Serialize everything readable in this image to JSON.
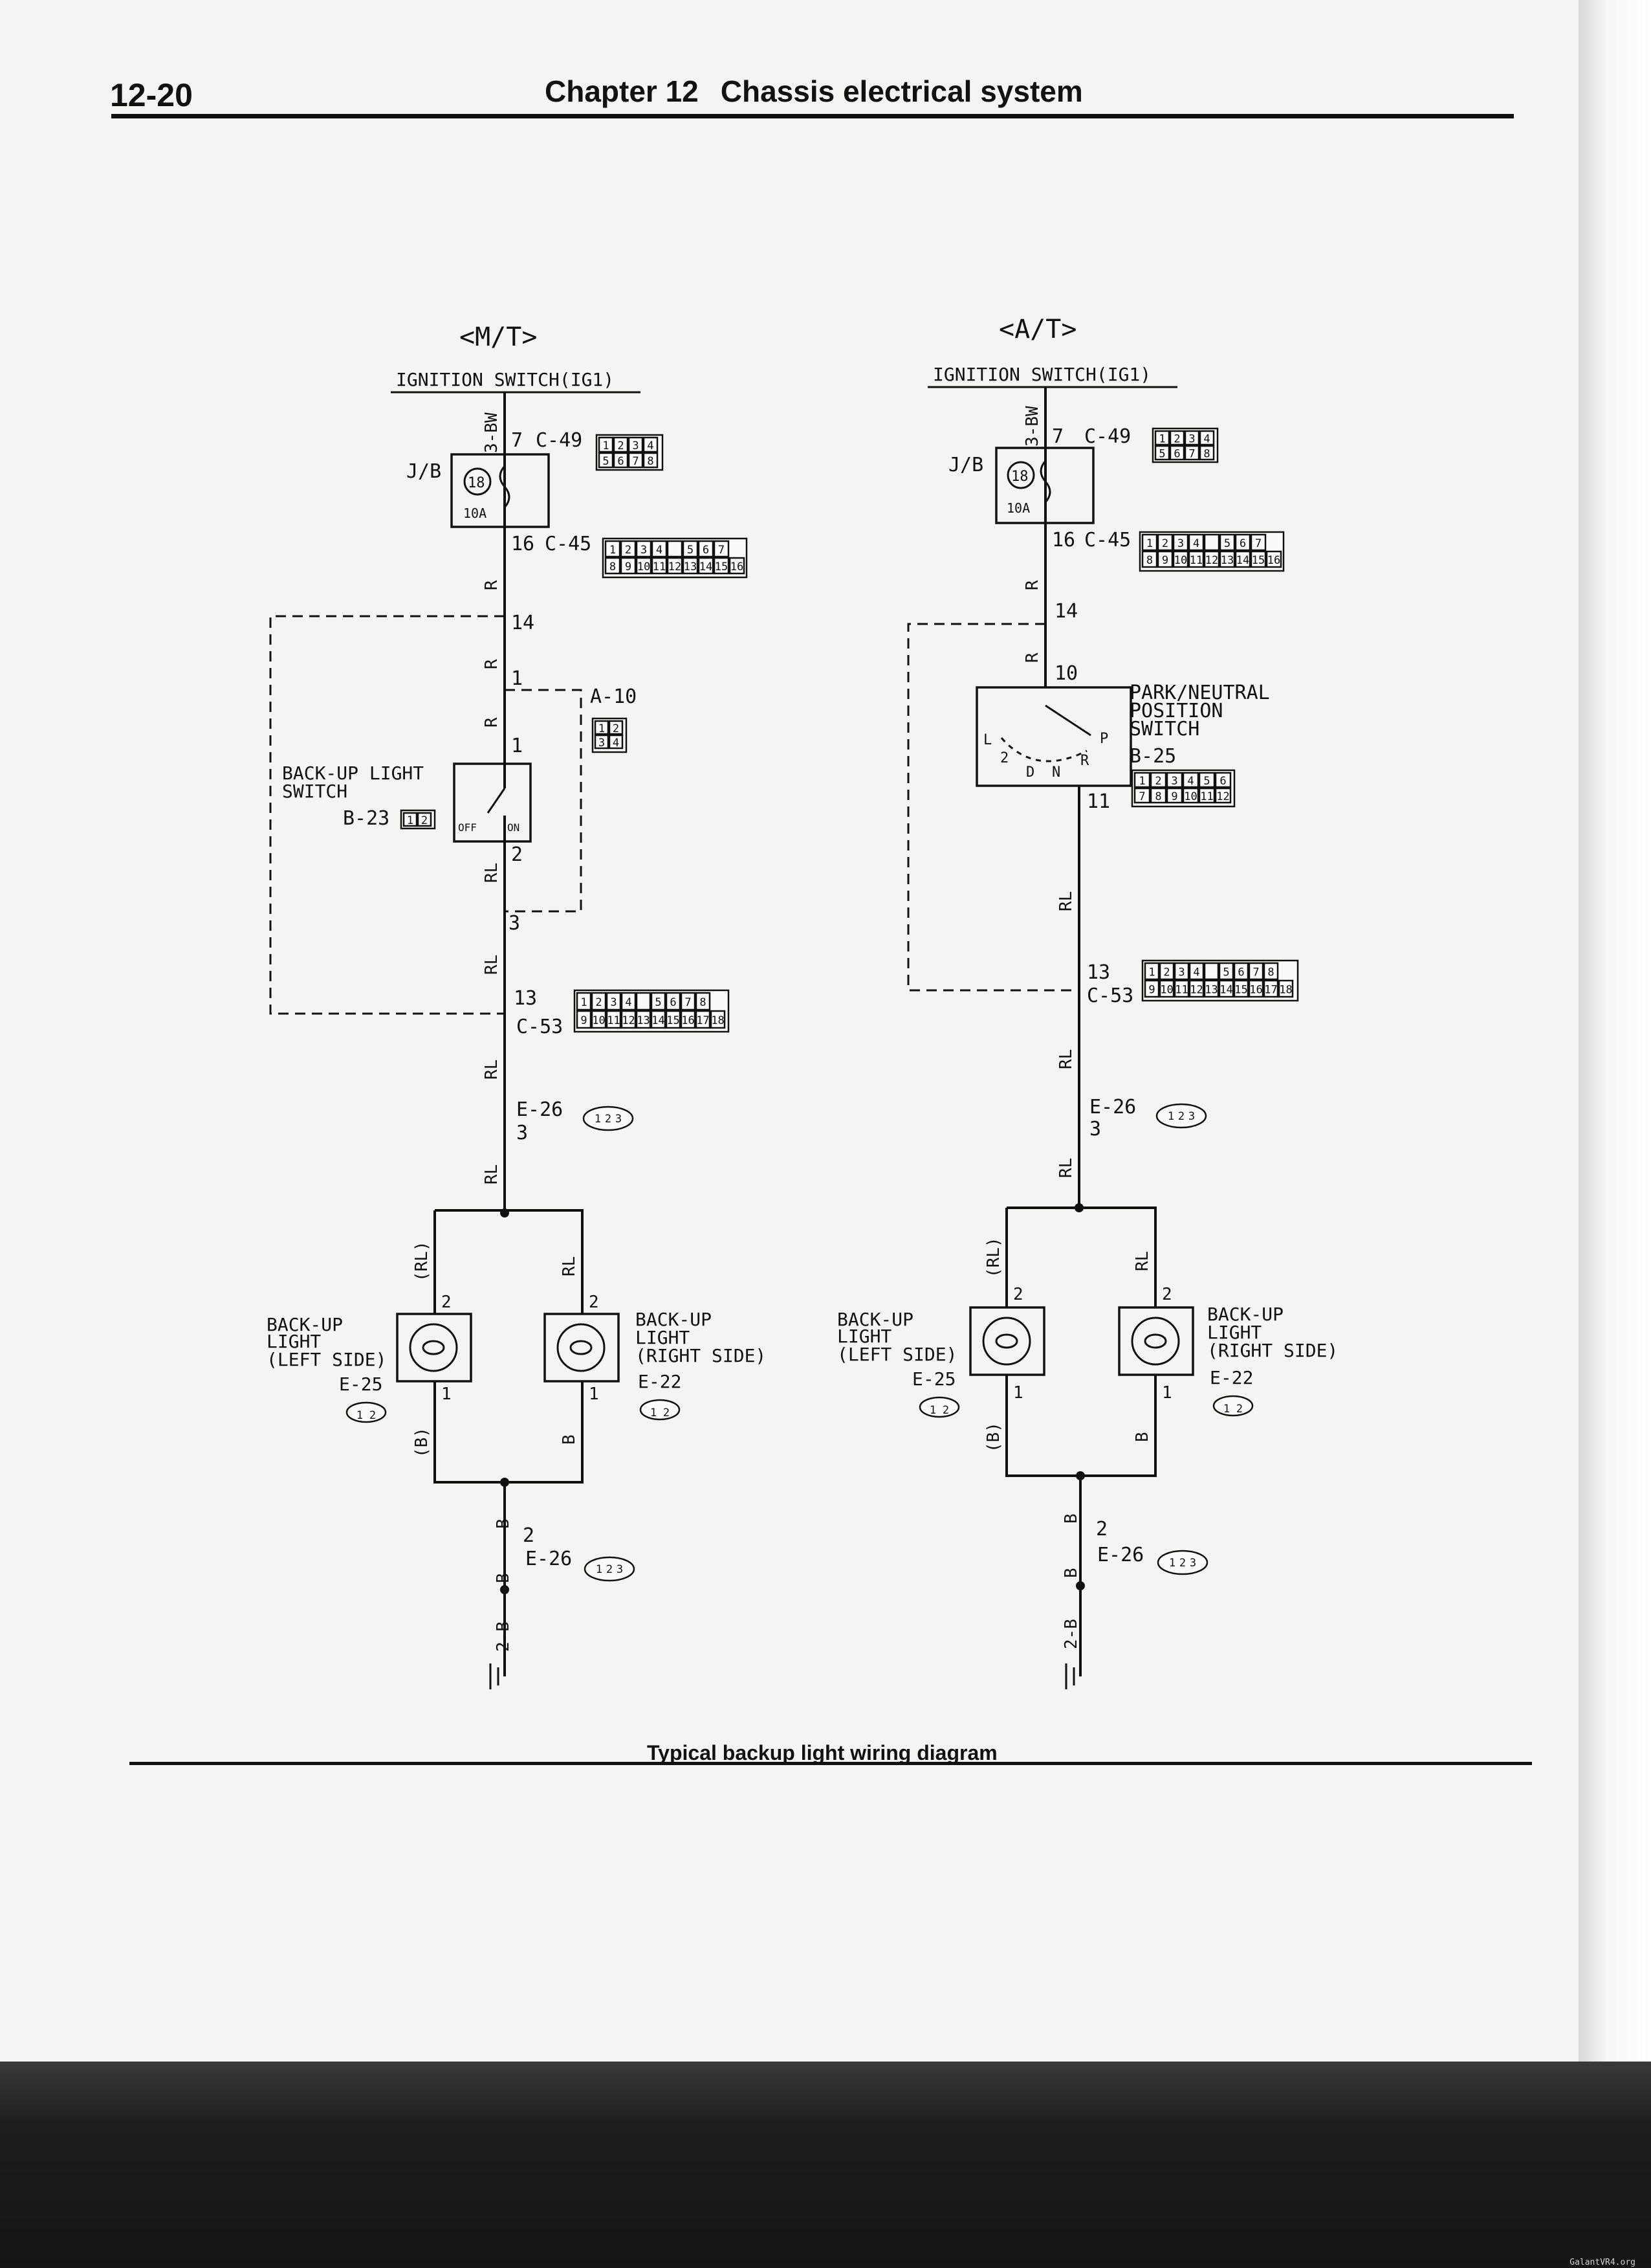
{
  "header": {
    "page_number": "12-20",
    "chapter": "Chapter 12",
    "section_title": "Chassis electrical system"
  },
  "caption": "Typical backup light wiring diagram",
  "watermark": "GalantVR4.org",
  "mt": {
    "title": "<M/T>",
    "ignition": "IGNITION SWITCH(IG1)",
    "wire_3bw": "3-BW",
    "pin_7": "7",
    "conn_c49": "C-49",
    "jb": "J/B",
    "fuse_no": "18",
    "fuse_amp": "10A",
    "pin_16": "16",
    "conn_c45": "C-45",
    "wire_r1": "R",
    "pin_14": "14",
    "wire_r2": "R",
    "pin_1a": "1",
    "conn_a10": "A-10",
    "wire_r3": "R",
    "pin_1b": "1",
    "switch_label_1": "BACK-UP LIGHT",
    "switch_label_2": "SWITCH",
    "conn_b23": "B-23",
    "off": "OFF",
    "on": "ON",
    "wire_rl1": "RL",
    "pin_2": "2",
    "pin_3a": "3",
    "wire_rl2": "RL",
    "pin_13": "13",
    "conn_c53": "C-53",
    "wire_rl3": "RL",
    "conn_e26a": "E-26",
    "pin_3b": "3",
    "wire_rl4": "RL",
    "left_wire_top": "(RL)",
    "right_wire_top": "RL",
    "left_pin_2": "2",
    "right_pin_2": "2",
    "left_lamp_1": "BACK-UP",
    "left_lamp_2": "LIGHT",
    "left_lamp_3": "(LEFT SIDE)",
    "left_lamp_conn": "E-25",
    "right_lamp_1": "BACK-UP",
    "right_lamp_2": "LIGHT",
    "right_lamp_3": "(RIGHT SIDE)",
    "right_lamp_conn": "E-22",
    "left_pin_1": "1",
    "right_pin_1": "1",
    "left_wire_bot": "(B)",
    "right_wire_bot": "B",
    "wire_b1": "B",
    "pin_2b": "2",
    "conn_e26b": "E-26",
    "wire_b2": "B",
    "wire_2b": "2-B"
  },
  "at": {
    "title": "<A/T>",
    "ignition": "IGNITION SWITCH(IG1)",
    "wire_3bw": "3-BW",
    "pin_7": "7",
    "conn_c49": "C-49",
    "jb": "J/B",
    "fuse_no": "18",
    "fuse_amp": "10A",
    "pin_16": "16",
    "conn_c45": "C-45",
    "wire_r1": "R",
    "pin_14": "14",
    "wire_r2": "R",
    "pin_10": "10",
    "pns_1": "PARK/NEUTRAL",
    "pns_2": "POSITION",
    "pns_3": "SWITCH",
    "conn_b25": "B-25",
    "pos_l": "L",
    "pos_2": "2",
    "pos_d": "D",
    "pos_n": "N",
    "pos_r": "R",
    "pos_p": "P",
    "pin_11": "11",
    "wire_rl1": "RL",
    "pin_13": "13",
    "conn_c53": "C-53",
    "wire_rl2": "RL",
    "conn_e26a": "E-26",
    "pin_3": "3",
    "wire_rl3": "RL",
    "left_wire_top": "(RL)",
    "right_wire_top": "RL",
    "left_pin_2": "2",
    "right_pin_2": "2",
    "left_lamp_1": "BACK-UP",
    "left_lamp_2": "LIGHT",
    "left_lamp_3": "(LEFT SIDE)",
    "left_lamp_conn": "E-25",
    "right_lamp_1": "BACK-UP",
    "right_lamp_2": "LIGHT",
    "right_lamp_3": "(RIGHT SIDE)",
    "right_lamp_conn": "E-22",
    "left_pin_1": "1",
    "right_pin_1": "1",
    "left_wire_bot": "(B)",
    "right_wire_bot": "B",
    "wire_b1": "B",
    "pin_2": "2",
    "conn_e26b": "E-26",
    "wire_b2": "B",
    "wire_2b": "2-B"
  },
  "connectors": {
    "c49": [
      "1",
      "2",
      "3",
      "4",
      "5",
      "6",
      "7",
      "8"
    ],
    "c45_top": [
      "1",
      "2",
      "3",
      "4",
      "",
      "5",
      "6",
      "7"
    ],
    "c45_bot": [
      "8",
      "9",
      "10",
      "11",
      "12",
      "13",
      "14",
      "15",
      "16"
    ],
    "c53_top": [
      "1",
      "2",
      "3",
      "4",
      "",
      "5",
      "6",
      "7",
      "8"
    ],
    "c53_bot": [
      "9",
      "10",
      "11",
      "12",
      "13",
      "14",
      "15",
      "16",
      "17",
      "18"
    ],
    "a10": [
      "1",
      "2",
      "3",
      "4"
    ],
    "b23": [
      "1",
      "2"
    ],
    "e26": [
      "1",
      "2",
      "3"
    ],
    "e25": [
      "1",
      "2"
    ],
    "e22": [
      "1",
      "2"
    ],
    "b25_top": [
      "1",
      "2",
      "3",
      "4",
      "5",
      "6"
    ],
    "b25_bot": [
      "7",
      "8",
      "9",
      "10",
      "11",
      "12"
    ]
  }
}
